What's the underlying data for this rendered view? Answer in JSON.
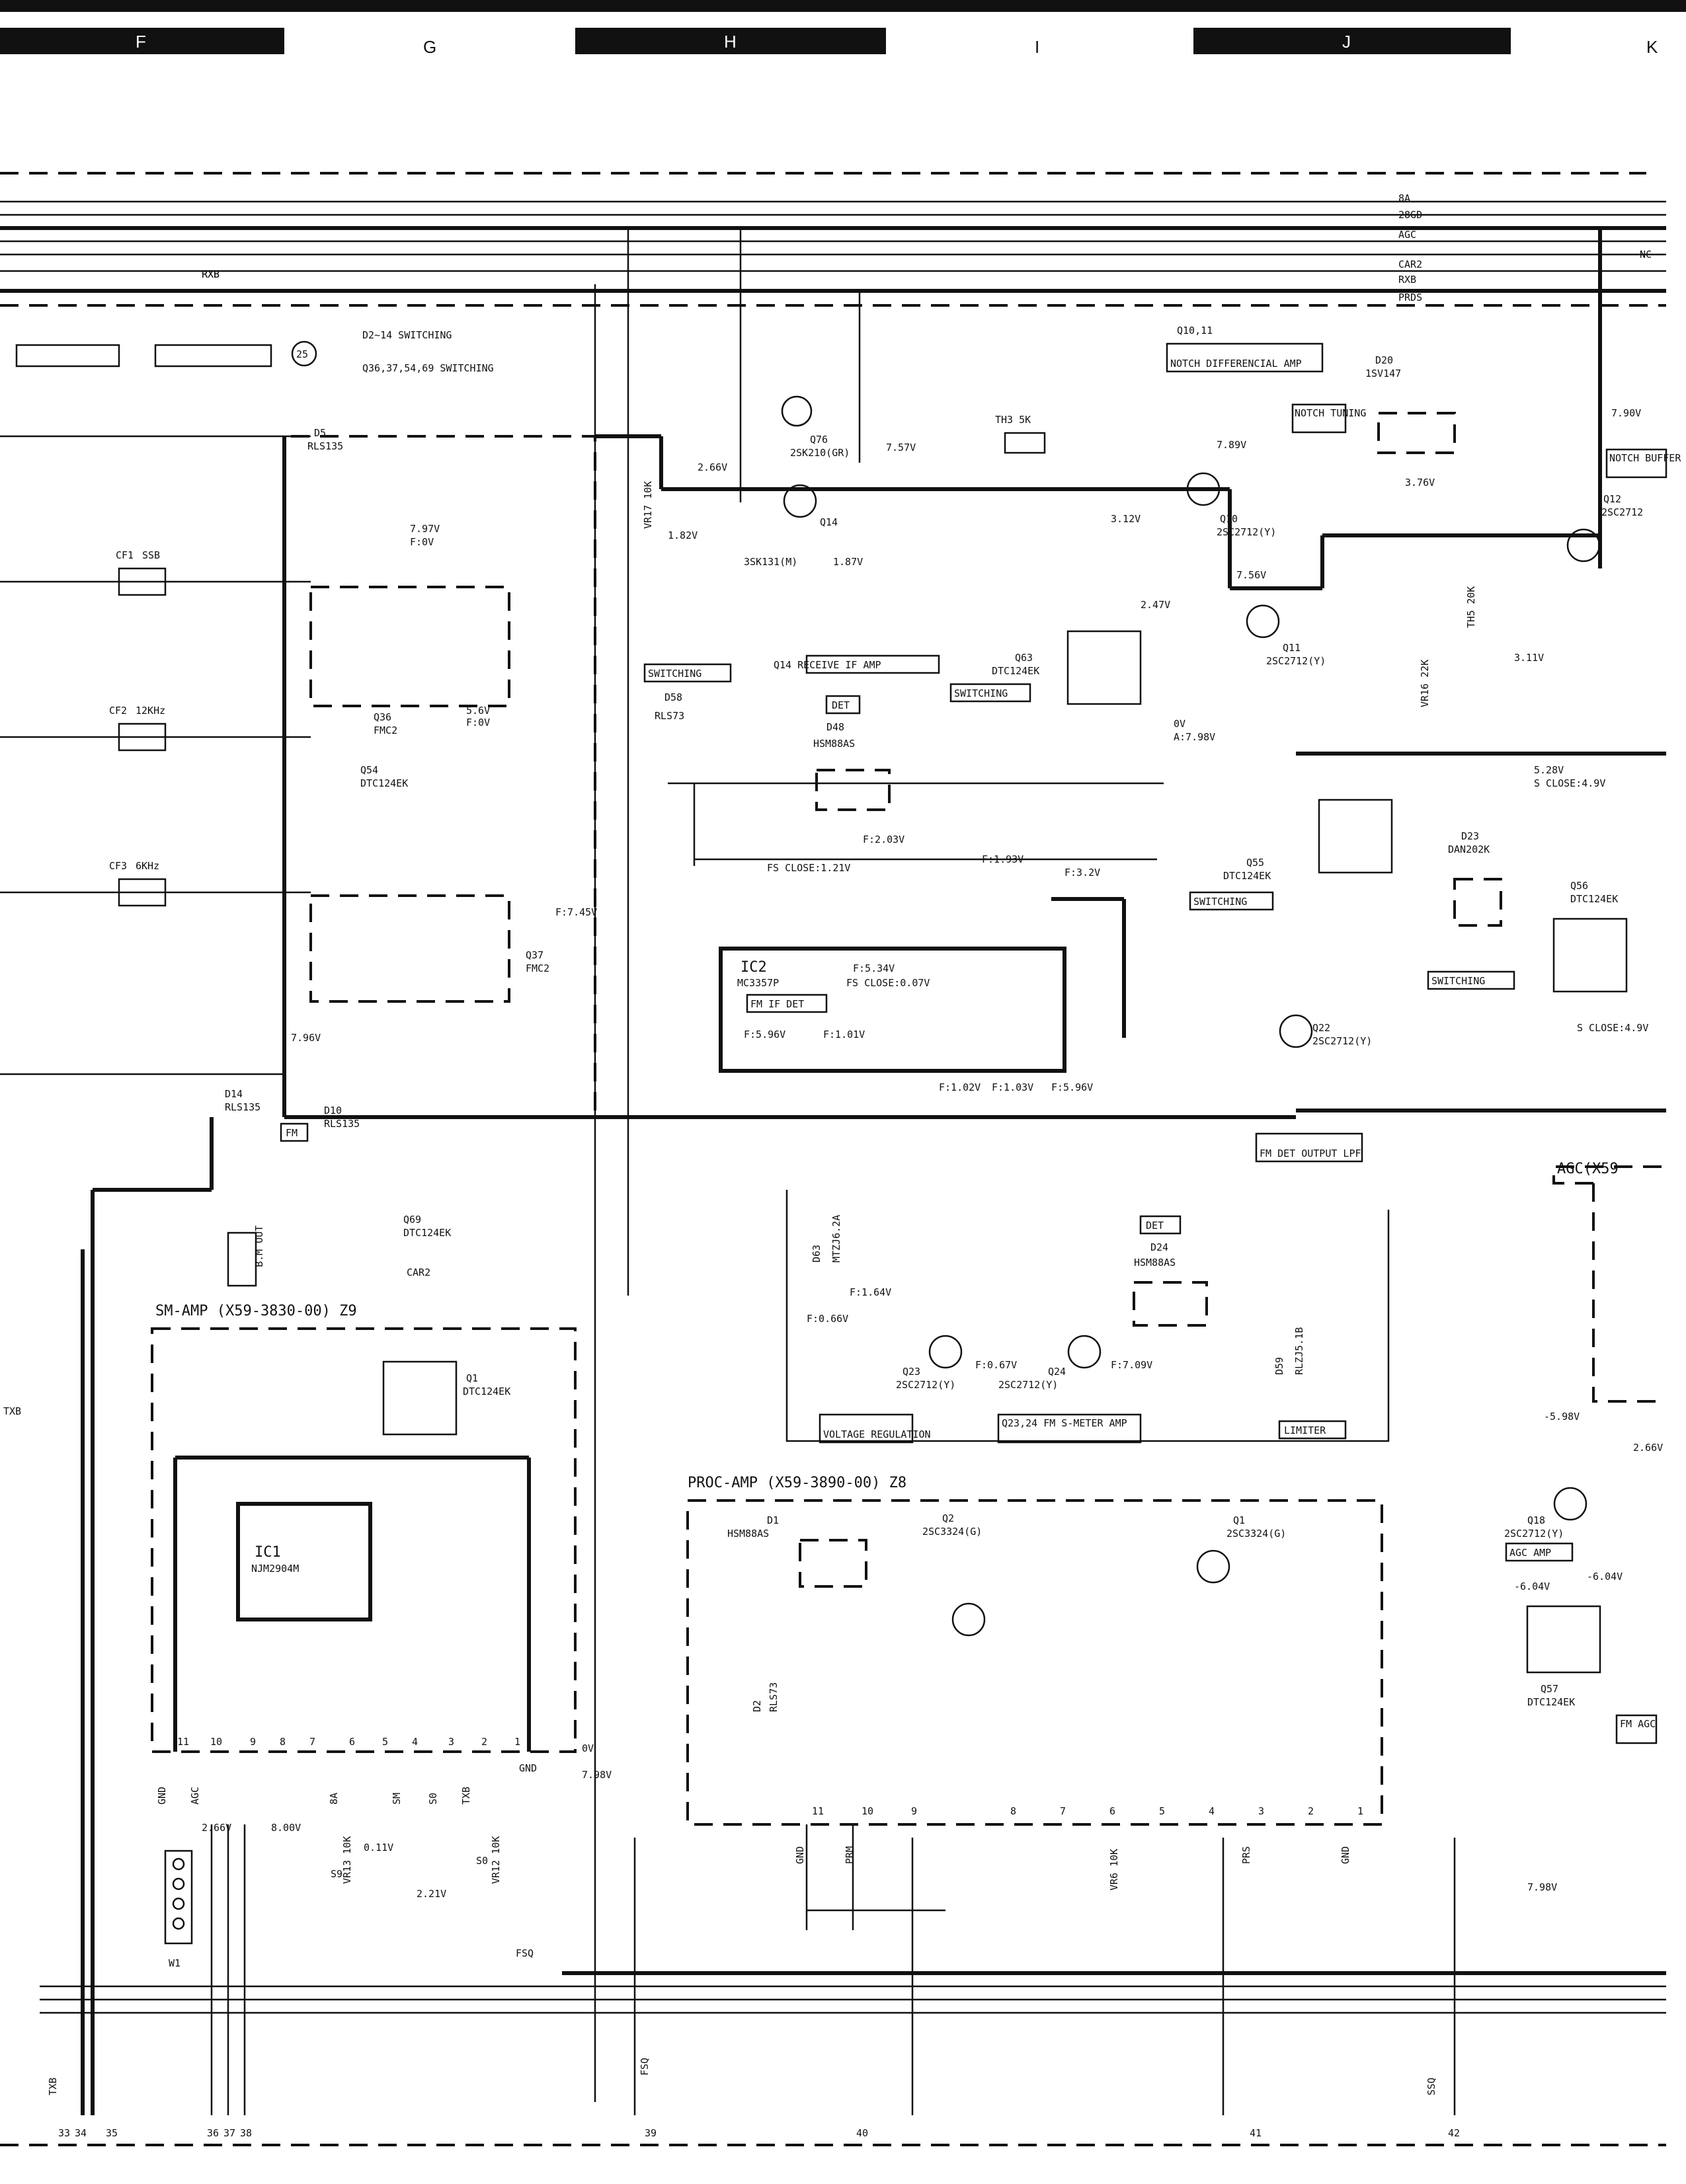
{
  "zones": [
    "F",
    "G",
    "H",
    "I",
    "J",
    "K"
  ],
  "bus_labels": [
    "8A",
    "28GD",
    "AGC",
    "CAR2",
    "RXB",
    "PRDS",
    "NC",
    "RXB",
    "CAR2"
  ],
  "modules": {
    "sm_amp": "SM-AMP (X59-3830-00) Z9",
    "proc_amp": "PROC-AMP (X59-3890-00)  Z8",
    "agc": "AGC(X59"
  },
  "section_labels": [
    "D2~14 SWITCHING",
    "Q36,37,54,69 SWITCHING",
    "Q10,11",
    "NOTCH DIFFERENCIAL AMP",
    "NOTCH TUNING",
    "NOTCH BUFFER",
    "Q14 RECEIVE IF AMP",
    "SWITCHING",
    "SWITCHING",
    "DET",
    "FM IF DET",
    "FM DET OUTPUT LPF",
    "SWITCHING",
    "SWITCHING",
    "DET",
    "Q23,24 FM S-METER AMP",
    "VOLTAGE REGULATION",
    "LIMITER",
    "AGC AMP",
    "FM AGC",
    "B.M OUT",
    "FM"
  ],
  "components": {
    "transistors": [
      {
        "ref": "Q76",
        "part": "2SK210(GR)"
      },
      {
        "ref": "Q14",
        "part": "3SK131(M)"
      },
      {
        "ref": "Q10",
        "part": "2SC2712(Y)"
      },
      {
        "ref": "Q11",
        "part": "2SC2712(Y)"
      },
      {
        "ref": "Q12",
        "part": "2SC2712"
      },
      {
        "ref": "Q63",
        "part": "DTC124EK"
      },
      {
        "ref": "Q36",
        "part": "FMC2"
      },
      {
        "ref": "Q54",
        "part": "DTC124EK"
      },
      {
        "ref": "Q37",
        "part": "FMC2"
      },
      {
        "ref": "Q69",
        "part": "DTC124EK"
      },
      {
        "ref": "Q55",
        "part": "DTC124EK"
      },
      {
        "ref": "Q56",
        "part": "DTC124EK"
      },
      {
        "ref": "Q22",
        "part": "2SC2712(Y)"
      },
      {
        "ref": "Q23",
        "part": "2SC2712(Y)"
      },
      {
        "ref": "Q24",
        "part": "2SC2712(Y)"
      },
      {
        "ref": "Q18",
        "part": "2SC2712(Y)"
      },
      {
        "ref": "Q57",
        "part": "DTC124EK"
      },
      {
        "ref": "Q1",
        "part": "DTC124EK"
      },
      {
        "ref": "Q2",
        "part": "2SC3324(G)"
      },
      {
        "ref": "Q1",
        "part": "2SC3324(G)"
      }
    ],
    "ics": [
      {
        "ref": "IC2",
        "part": "MC3357P",
        "note": "FS CLOSE:0.07V",
        "label": "FM IF DET"
      },
      {
        "ref": "IC1",
        "part": "NJM2904M"
      }
    ],
    "diodes": [
      {
        "ref": "D20",
        "part": "1SV147"
      },
      {
        "ref": "D48",
        "part": "HSM88AS"
      },
      {
        "ref": "D58",
        "part": "RLS73"
      },
      {
        "ref": "D23",
        "part": "DAN202K"
      },
      {
        "ref": "D24",
        "part": "HSM88AS"
      },
      {
        "ref": "D59",
        "part": "RLZJ5.1B"
      },
      {
        "ref": "D63",
        "part": "MTZJ6.2A"
      },
      {
        "ref": "D10",
        "part": "RLS135"
      },
      {
        "ref": "D14",
        "part": "RLS135"
      },
      {
        "ref": "D5",
        "part": "RLS135"
      },
      {
        "ref": "D1",
        "part": "HSM88AS"
      },
      {
        "ref": "D2",
        "part": "RLS73"
      }
    ],
    "filters": [
      {
        "ref": "CF1",
        "part": "SSB"
      },
      {
        "ref": "CF2",
        "part": "12KHz"
      },
      {
        "ref": "CF3",
        "part": "6KHz"
      }
    ]
  },
  "voltages": [
    "7.57V",
    "2.66V",
    "1.82V",
    "1.87V",
    "7.89V",
    "3.12V",
    "7.56V",
    "2.47V",
    "3.76V",
    "7.90V",
    "3.11V",
    "0V",
    "A:7.98V",
    "7.97V",
    "F:0V",
    "5.6V",
    "F:0V",
    "F:7.45V",
    "7.96V",
    "5.28V",
    "S CLOSE:4.9V",
    "S CLOSE:4.9V",
    "F:2.03V",
    "F:1.93V",
    "F:3.2V",
    "FS CLOSE:1.21V",
    "F:5.34V",
    "F:5.96V",
    "F:1.01V",
    "F:1.02V",
    "F:1.03V",
    "F:5.96V",
    "F:1.64V",
    "F:0.66V",
    "F:0.67V",
    "F:7.09V",
    "-5.98V",
    "2.66V",
    "-6.04V",
    "-6.04V",
    "2.66V",
    "8.00V",
    "0.11V",
    "2.21V",
    "7.98V",
    "7.98V",
    "0V"
  ],
  "connectors": {
    "bottom_pins": [
      "33",
      "34",
      "35",
      "36",
      "37",
      "38",
      "39",
      "40",
      "41",
      "42"
    ],
    "bottom_labels": [
      "TXB",
      "FSQ",
      "SSQ",
      "FSQ",
      "CAR2"
    ],
    "sm_amp_pins": [
      "11",
      "10",
      "9",
      "8",
      "7",
      "6",
      "5",
      "4",
      "3",
      "2",
      "1"
    ],
    "sm_amp_pin_names": [
      "GND",
      "AGC",
      "8A",
      "SM",
      "S0",
      "TXB",
      "GND"
    ],
    "proc_amp_pins": [
      "11",
      "10",
      "9",
      "8",
      "7",
      "6",
      "5",
      "4",
      "3",
      "2",
      "1"
    ],
    "proc_amp_pin_names": [
      "GND",
      "PRM",
      "PRS",
      "GND"
    ],
    "w1": "W1",
    "connector_25": "25"
  },
  "misc_labels": [
    "TH3  5K",
    "TH5  20K",
    "VR17  10K",
    "VR16  22K",
    "VR13 10K",
    "VR12 10K",
    "VR6 10K",
    "RXB",
    "TXB",
    "S9",
    "S0"
  ]
}
